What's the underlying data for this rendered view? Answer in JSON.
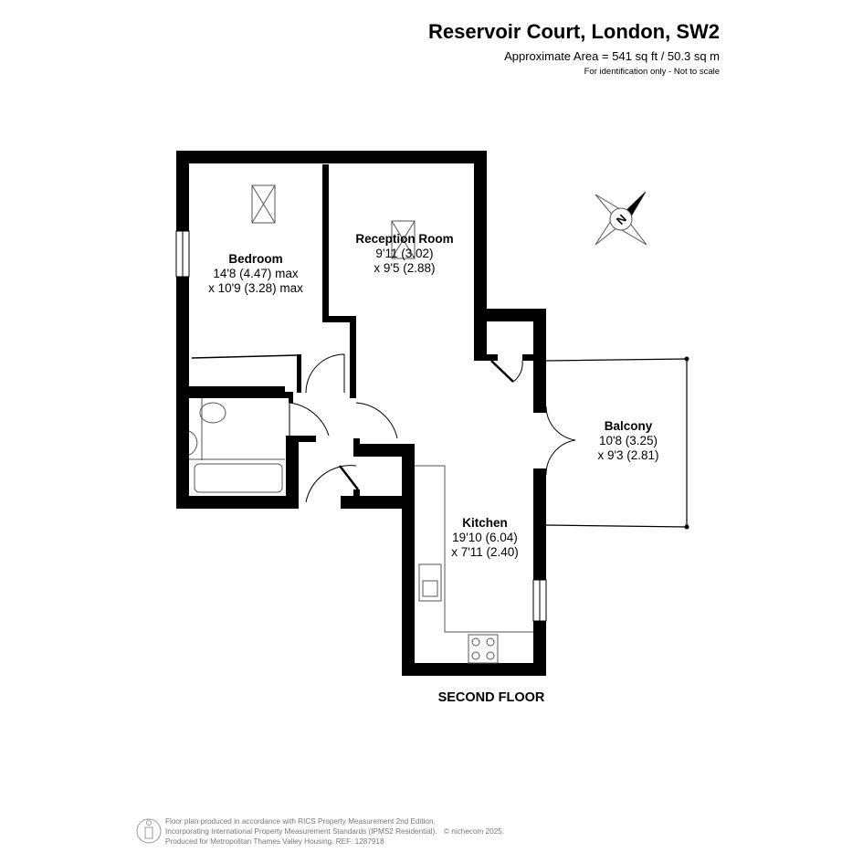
{
  "header": {
    "title": "Reservoir Court, London, SW2",
    "area": "Approximate Area = 541 sq ft / 50.3 sq m",
    "note": "For identification only - Not to scale"
  },
  "rooms": [
    {
      "name": "Bedroom",
      "dim1": "14'8 (4.47) max",
      "dim2": "x 10'9 (3.28) max"
    },
    {
      "name": "Reception Room",
      "dim1": "9'11 (3.02)",
      "dim2": "x 9'5 (2.88)"
    },
    {
      "name": "Balcony",
      "dim1": "10'8 (3.25)",
      "dim2": "x 9'3 (2.81)"
    },
    {
      "name": "Kitchen",
      "dim1": "19'10 (6.04)",
      "dim2": "x 7'11 (2.40)"
    }
  ],
  "floor_label": "SECOND FLOOR",
  "compass": {
    "icon": "north-compass-icon",
    "label": "N"
  },
  "footer": {
    "line1": "Floor plan produced in accordance with RICS Property Measurement 2nd Edition,",
    "line2": "Incorporating International Property Measurement Standards (IPMS2 Residential).",
    "copyright": "© nichecom 2025.",
    "line3": "Produced for Metropolitan Thames Valley Housing.   REF: 1287918"
  }
}
